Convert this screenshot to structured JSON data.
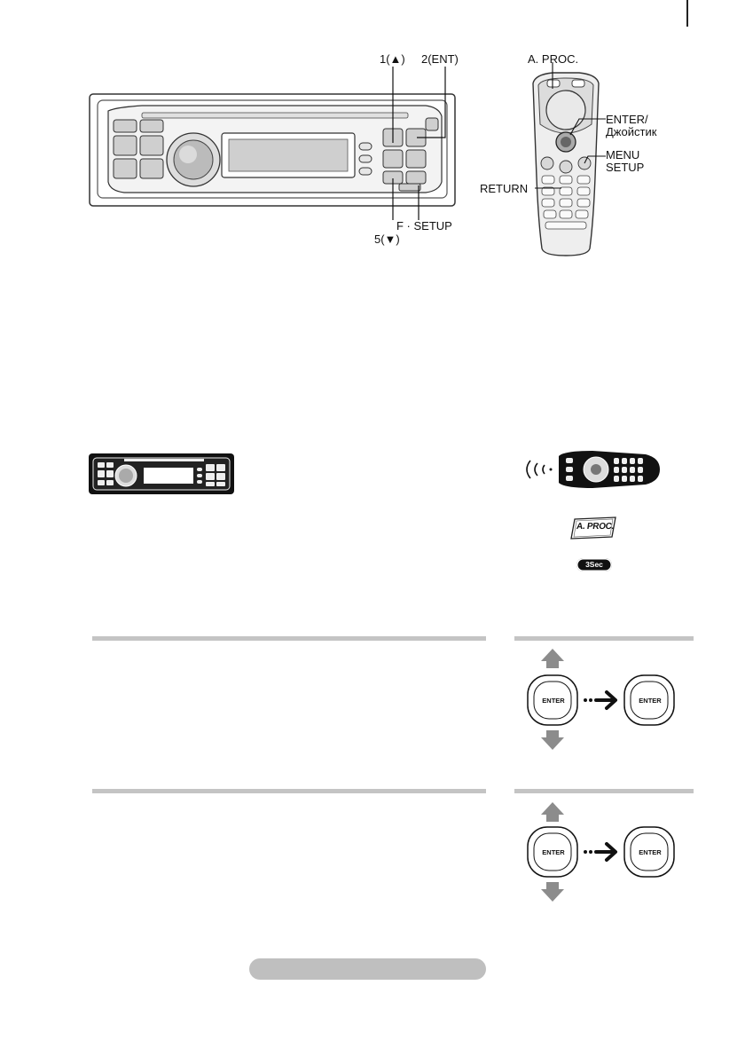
{
  "head_unit_labels": {
    "btn_up": "1(▲)",
    "btn_ent": "2(ENT)",
    "btn_f_setup": "F · SETUP",
    "btn_down": "5(▼)"
  },
  "remote_labels": {
    "a_proc": "A. PROC.",
    "enter": "ENTER/",
    "joystick": "Джойстик",
    "menu": "MENU",
    "setup": "SETUP",
    "return": "RETURN"
  },
  "icons": {
    "a_proc_key": "A. PROC.",
    "hold_badge": "3Sec",
    "enter_button": "ENTER"
  },
  "colors": {
    "rule_gray": "#c4c4c4",
    "arrow_gray": "#8c8c8c",
    "pill_gray": "#bfbfbf"
  }
}
